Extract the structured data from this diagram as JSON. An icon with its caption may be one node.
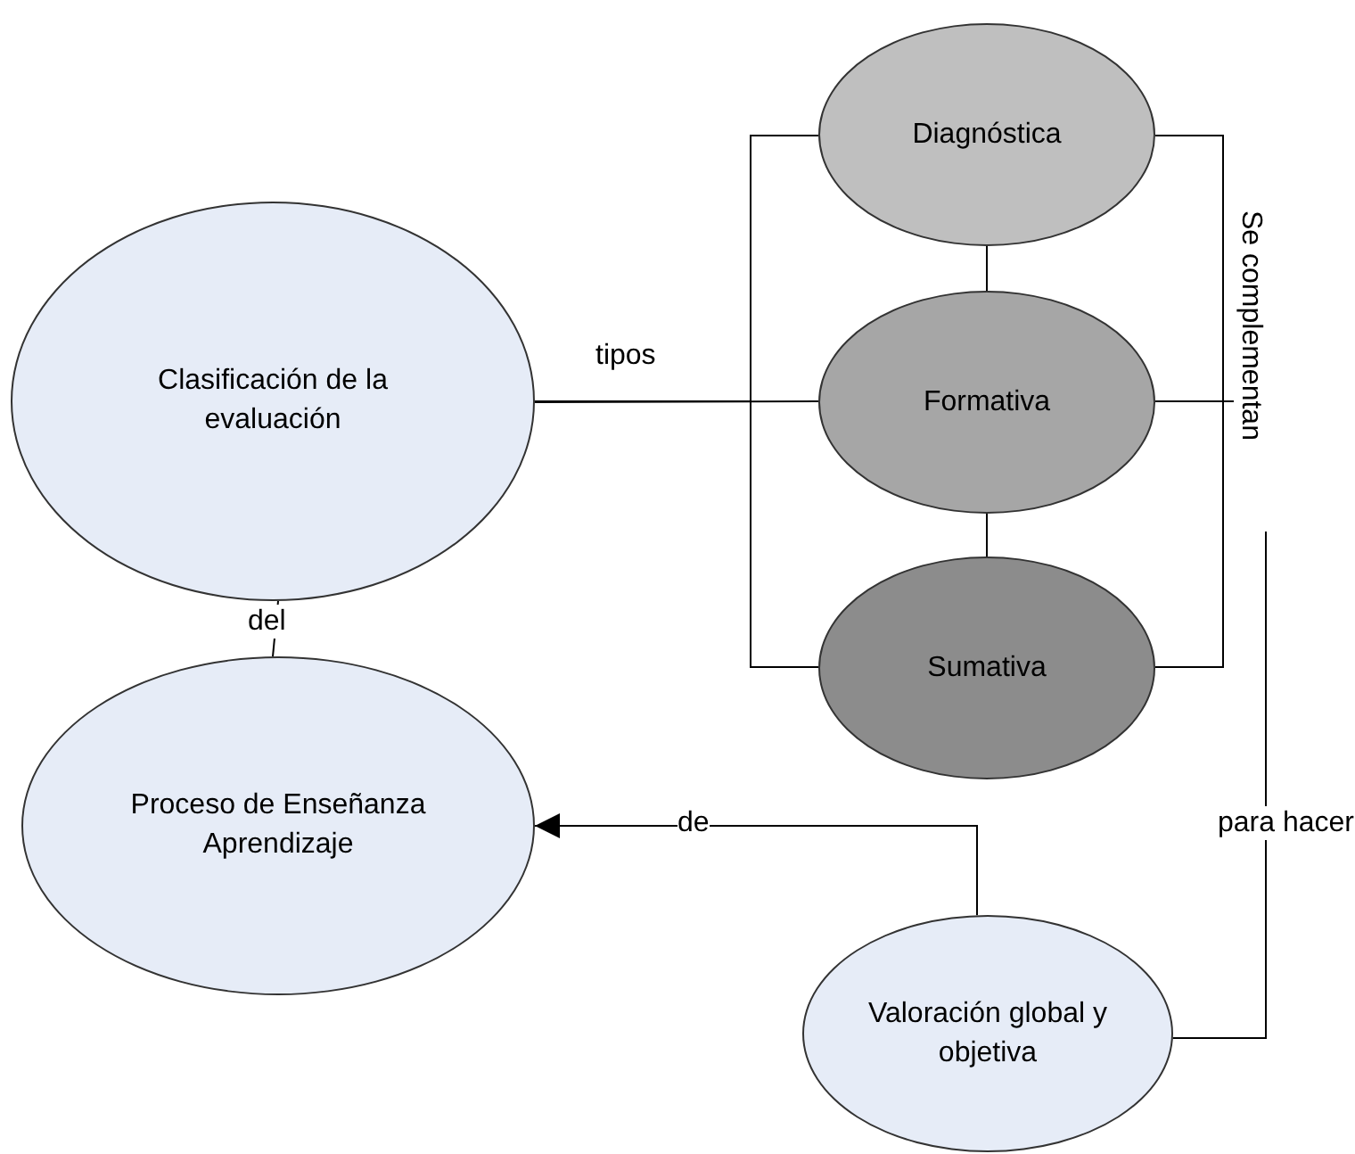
{
  "diagram": {
    "nodes": [
      {
        "text": [
          "Clasificación de la evaluación"
        ]
      },
      {
        "text": [
          "Diagnóstica"
        ]
      },
      {
        "text": [
          "Formativa"
        ]
      },
      {
        "text": [
          "Sumativa"
        ]
      },
      {
        "text": [
          "Proceso de Enseñanza Aprendizaje"
        ]
      },
      {
        "text": [
          "Valoración global y objetiva"
        ]
      }
    ],
    "edges": [
      {
        "from": 0,
        "to": 1,
        "arrow": "none"
      },
      {
        "from": 0,
        "to": 2,
        "arrow": "none",
        "label": "tipos"
      },
      {
        "from": 0,
        "to": 3,
        "arrow": "none"
      },
      {
        "from": 1,
        "to": 2,
        "arrow": "none"
      },
      {
        "from": 2,
        "to": 3,
        "arrow": "none"
      },
      {
        "from": 1,
        "to": 5,
        "arrow": "none",
        "label": "Se complementan"
      },
      {
        "from": 2,
        "to": 5,
        "arrow": "none",
        "label": "para hacer"
      },
      {
        "from": 3,
        "to": 5,
        "arrow": "none"
      },
      {
        "from": 0,
        "to": 4,
        "arrow": "none",
        "label": "del"
      },
      {
        "from": 5,
        "to": 4,
        "arrow": "to",
        "label": "de"
      }
    ]
  }
}
